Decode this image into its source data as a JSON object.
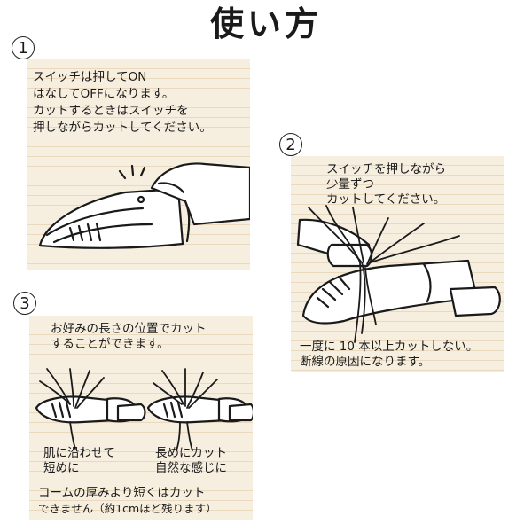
{
  "title": "使い方",
  "step1": {
    "number": "1",
    "lines": [
      "スイッチは押してON",
      "はなしてOFFになります。",
      "カットするときはスイッチを",
      "押しながらカットしてください。"
    ]
  },
  "step2": {
    "number": "2",
    "lines": [
      "スイッチを押しながら",
      "少量ずつ",
      "カットしてください。"
    ],
    "warning": [
      "一度に 10 本以上カットしない。",
      "断線の原因になります。"
    ]
  },
  "step3": {
    "number": "3",
    "lines": [
      "お好みの長さの位置でカット",
      "することができます。"
    ],
    "left_caption": [
      "肌に沿わせて",
      "短めに"
    ],
    "right_caption": [
      "長めにカット",
      "自然な感じに"
    ],
    "footer": [
      "コームの厚みより短くはカット",
      "できません（約1cmほど残ります）"
    ]
  }
}
